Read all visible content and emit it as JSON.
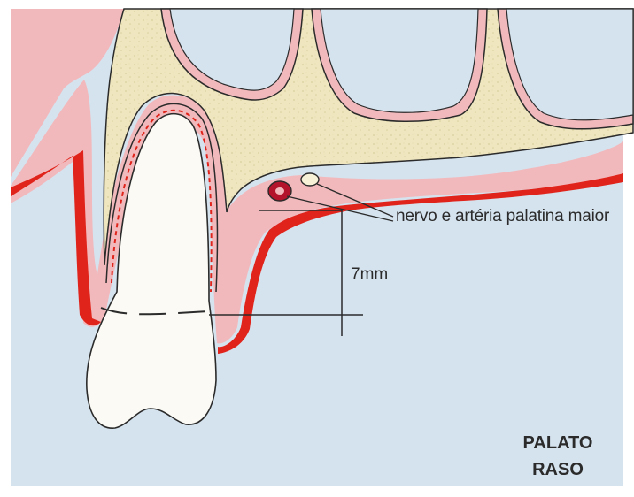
{
  "labels": {
    "nerve": "nervo e artéria palatina maior",
    "measurement": "7mm"
  },
  "title": {
    "line1": "PALATO",
    "line2": "RASO"
  },
  "colors": {
    "background": "#d5e3ef",
    "bone": "#efe6bf",
    "mucosa_pink": "#f2b9bc",
    "mucosa_red": "#e0241b",
    "tooth": "#fbfaf4",
    "outline": "#2b2b2b",
    "artery": "#b3142b"
  }
}
